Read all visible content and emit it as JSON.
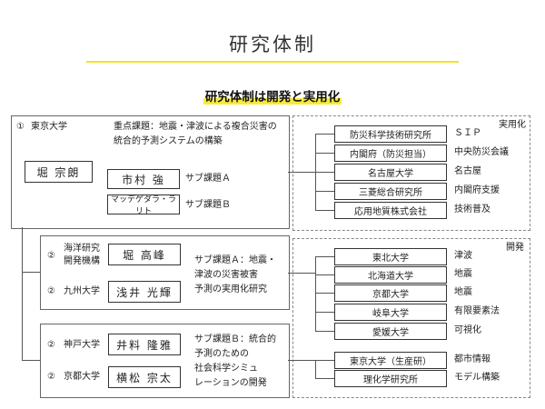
{
  "title": "研究体制",
  "subtitle": "研究体制は開発と実用化",
  "tokyo": {
    "num": "①",
    "org": "東京大学",
    "theme_line1": "重点課題：地震・津波による複合災害の",
    "theme_line2": "統合的予測システムの構築",
    "leader": "堀 宗朗",
    "members": [
      {
        "name": "市村 強",
        "task": "サブ課題Ａ"
      },
      {
        "name": "マッデゲダラ・ラリト",
        "task": "サブ課題Ｂ"
      }
    ]
  },
  "group_a": {
    "task_line1": "サブ課題Ａ：地震・",
    "task_line2": "津波の災害被害",
    "task_line3": "予測の実用化研究",
    "members": [
      {
        "num": "②",
        "org_line1": "海洋研究",
        "org_line2": "開発機構",
        "name": "堀 高峰"
      },
      {
        "num": "②",
        "org_line1": "九州大学",
        "org_line2": "",
        "name": "浅井 光輝"
      }
    ]
  },
  "group_b": {
    "task_line1": "サブ課題Ｂ：統合的",
    "task_line2": "予測のための",
    "task_line3": "社会科学シミュ",
    "task_line4": "レーションの開発",
    "members": [
      {
        "num": "②",
        "org": "神戸大学",
        "name": "井料 隆雅"
      },
      {
        "num": "②",
        "org": "京都大学",
        "name": "横松 宗太"
      }
    ]
  },
  "practical": {
    "label": "実用化",
    "rows": [
      {
        "org": "防災科学技術研究所",
        "role": "ＳＩＰ"
      },
      {
        "org": "内閣府（防災担当）",
        "role": "中央防災会議"
      },
      {
        "org": "名古屋大学",
        "role": "名古屋"
      },
      {
        "org": "三菱総合研究所",
        "role": "内閣府支援"
      },
      {
        "org": "応用地質株式会社",
        "role": "技術普及"
      }
    ]
  },
  "development": {
    "label": "開発",
    "rows_a": [
      {
        "org": "東北大学",
        "role": "津波"
      },
      {
        "org": "北海道大学",
        "role": "地震"
      },
      {
        "org": "京都大学",
        "role": "地震"
      },
      {
        "org": "岐阜大学",
        "role": "有限要素法"
      },
      {
        "org": "愛媛大学",
        "role": "可視化"
      }
    ],
    "rows_b": [
      {
        "org": "東京大学（生産研）",
        "role": "都市情報"
      },
      {
        "org": "理化学研究所",
        "role": "モデル構築"
      }
    ]
  }
}
